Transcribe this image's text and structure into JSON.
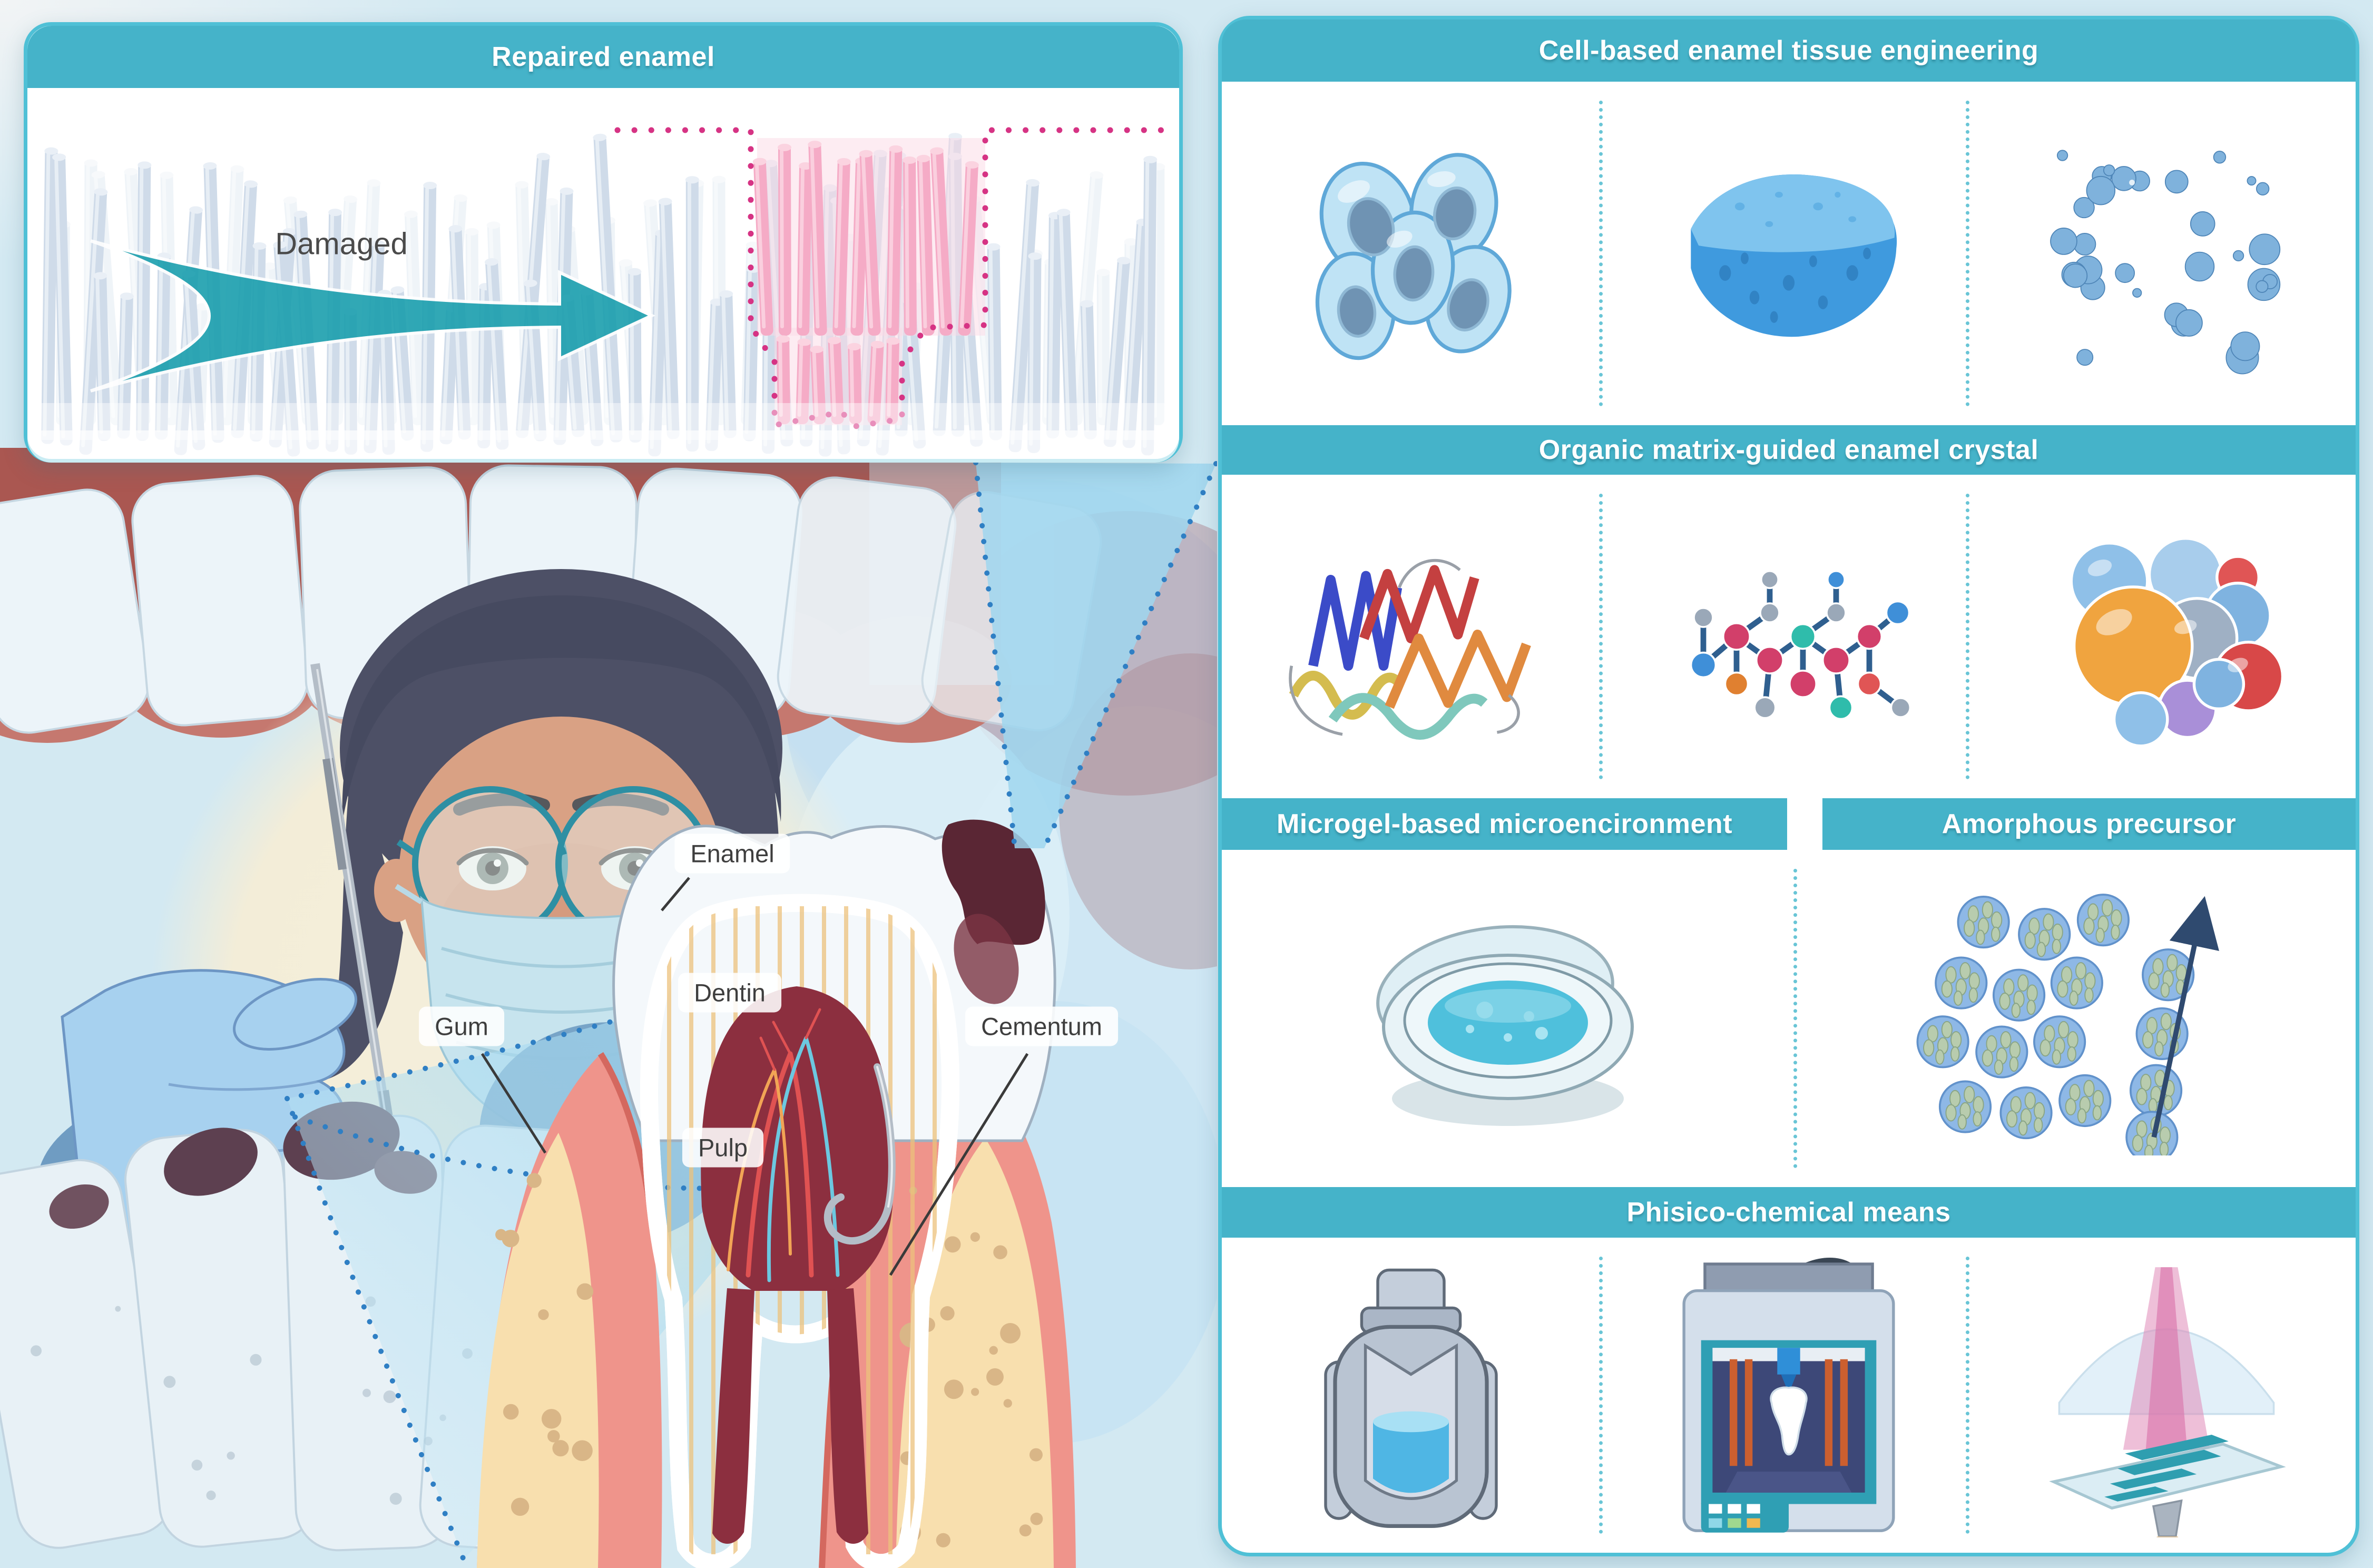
{
  "repaired_panel": {
    "title": "Repaired enamel",
    "damaged_label": "Damaged"
  },
  "tooth_labels": {
    "enamel": "Enamel",
    "dentin": "Dentin",
    "gum": "Gum",
    "pulp": "Pulp",
    "cementum": "Cementum"
  },
  "sections": {
    "cell": {
      "title": "Cell-based enamel tissue engineering",
      "icons": [
        "stem-cells",
        "scaffold",
        "nanoparticles"
      ]
    },
    "organic": {
      "title": "Organic matrix-guided enamel crystal",
      "icons": [
        "protein-ribbon",
        "ball-stick-molecule",
        "protein-assembly"
      ]
    },
    "microgel": {
      "title": "Microgel-based microencironment",
      "icons": [
        "petri-dish"
      ]
    },
    "amorphous": {
      "title": "Amorphous precursor",
      "icons": [
        "microgel-clusters-arrow"
      ]
    },
    "physico": {
      "title": "Phisico-chemical means",
      "icons": [
        "hydrothermal-vessel",
        "3d-printer",
        "laser-sintering"
      ]
    }
  },
  "colors": {
    "header_teal": "#45b3c9",
    "panel_border": "#4fc0d6",
    "page_bg": "#d3e9f2",
    "repaired_pink": "#f5abc6",
    "dotted_outline": "#d63384",
    "funnel_dots": "#2f7fc4",
    "arrow_teal": "#1b9fae"
  }
}
